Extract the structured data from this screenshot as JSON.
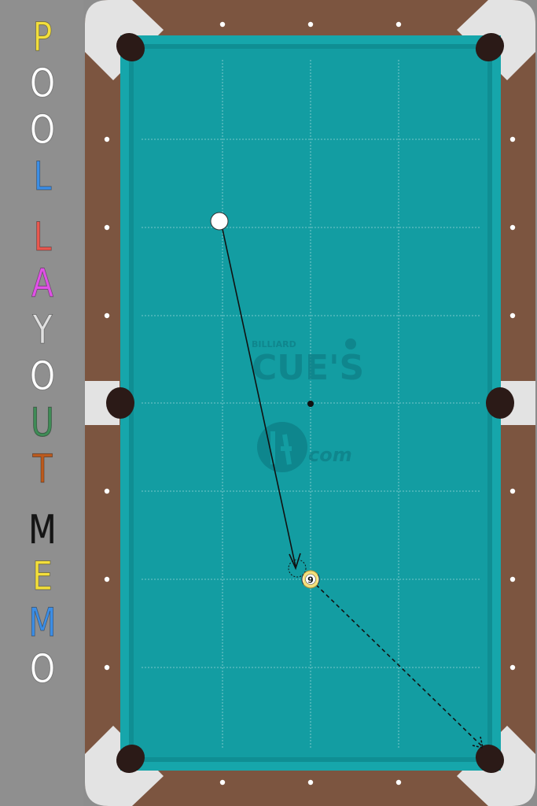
{
  "title": {
    "words": [
      {
        "letters": [
          {
            "char": "P",
            "color": "#f3df3c"
          },
          {
            "char": "O",
            "color": "#ffffff"
          },
          {
            "char": "O",
            "color": "#ffffff"
          },
          {
            "char": "L",
            "color": "#3c8ee6"
          }
        ]
      },
      {
        "letters": [
          {
            "char": "L",
            "color": "#e9584f"
          },
          {
            "char": "A",
            "color": "#e052e6"
          },
          {
            "char": "Y",
            "color": "#e0e0e0"
          },
          {
            "char": "O",
            "color": "#ffffff"
          },
          {
            "char": "U",
            "color": "#3f8b56"
          },
          {
            "char": "T",
            "color": "#bb5a1e"
          }
        ]
      },
      {
        "letters": [
          {
            "char": "M",
            "color": "#151515"
          },
          {
            "char": "E",
            "color": "#f3df3c"
          },
          {
            "char": "M",
            "color": "#3c8ee6"
          },
          {
            "char": "O",
            "color": "#ffffff"
          }
        ]
      }
    ]
  },
  "table": {
    "colors": {
      "cloth": "#139da2",
      "cushion": "#16a6ab",
      "rail": "#7c5540",
      "corner": "#e3e3e3",
      "pocket": "#2b1a17",
      "diamond": "#ffffff",
      "grid": "#a7dadd",
      "logo": "#0e7f86"
    },
    "logo": {
      "small_text": "BILLIARD",
      "main_text": "CUE'S",
      "suffix": "com"
    }
  },
  "balls": [
    {
      "id": "cue-ball",
      "label": "",
      "color": "#ffffff"
    },
    {
      "id": "nine-ball",
      "label": "9",
      "color": "#f7efc6",
      "stripe": "#f4d34a"
    }
  ]
}
